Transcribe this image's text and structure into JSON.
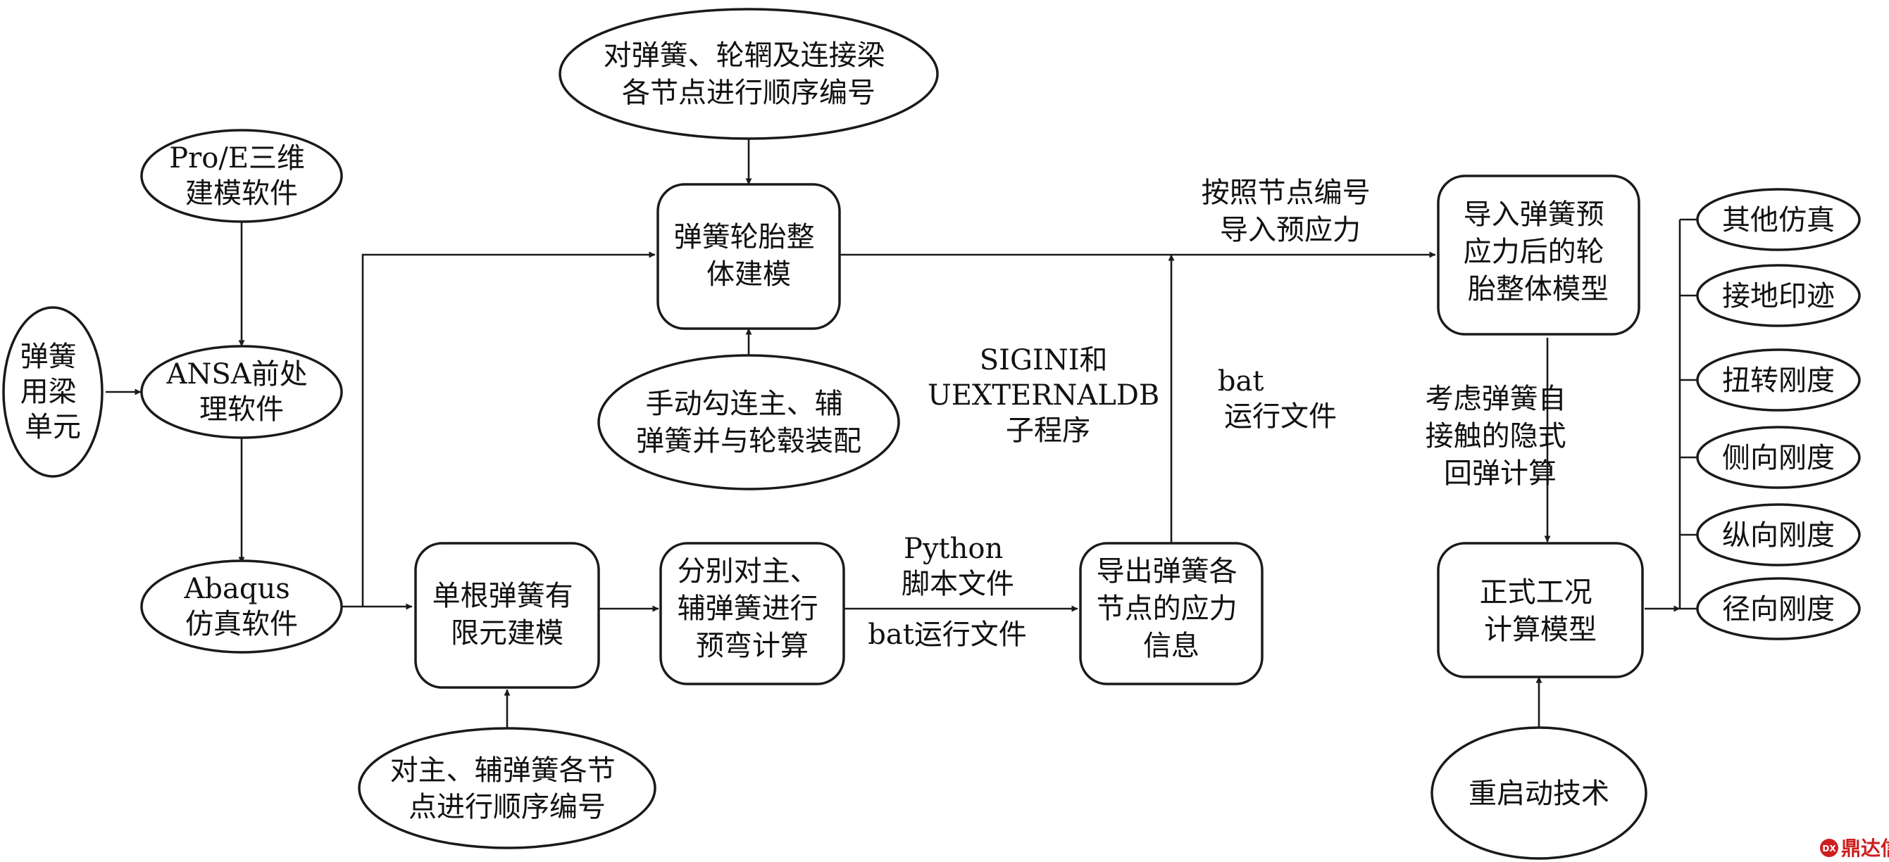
{
  "nodes": {
    "spring_beam": [
      "弹簧",
      "用梁",
      "单元"
    ],
    "proe": [
      "Pro/E三维",
      "建模软件"
    ],
    "ansa": [
      "ANSA前处",
      "理软件"
    ],
    "abaqus": [
      "Abaqus",
      "仿真软件"
    ],
    "number_top": [
      "对弹簧、轮辋及连接梁",
      "各节点进行顺序编号"
    ],
    "tire_model": [
      "弹簧轮胎整",
      "体建模"
    ],
    "assemble": [
      "手动勾连主、辅",
      "弹簧并与轮毂装配"
    ],
    "single_spring": [
      "单根弹簧有",
      "限元建模"
    ],
    "number_bottom": [
      "对主、辅弹簧各节",
      "点进行顺序编号"
    ],
    "preload_calc": [
      "分别对主、",
      "辅弹簧进行",
      "预弯计算"
    ],
    "export_stress": [
      "导出弹簧各",
      "节点的应力",
      "信息"
    ],
    "import_model": [
      "导入弹簧预",
      "应力后的轮",
      "胎整体模型"
    ],
    "formal_model": [
      "正式工况",
      "计算模型"
    ],
    "restart": [
      "重启动技术"
    ],
    "outputs": [
      "其他仿真",
      "接地印迹",
      "扭转刚度",
      "侧向刚度",
      "纵向刚度",
      "径向刚度"
    ]
  },
  "edge_labels": {
    "import_stress": [
      "按照节点编号",
      "导入预应力"
    ],
    "sigini": [
      "SIGINI和",
      "UEXTERNALDB",
      "子程序"
    ],
    "bat_top": [
      "bat",
      "运行文件"
    ],
    "self_contact": [
      "考虑弹簧自",
      "接触的隐式",
      "回弹计算"
    ],
    "python_script": [
      "Python",
      "脚本文件"
    ],
    "bat_bottom": [
      "bat运行文件"
    ]
  },
  "watermark": {
    "icon_text": "DX",
    "text": "鼎达信"
  },
  "colors": {
    "stroke": "#1a1a1a",
    "watermark": "#cc1f1f"
  }
}
